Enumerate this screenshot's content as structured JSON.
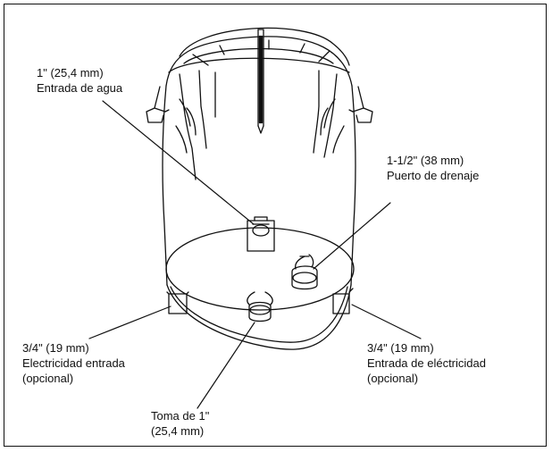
{
  "labels": {
    "water_inlet": {
      "line1": "1\" (25,4 mm)",
      "line2": "Entrada de agua"
    },
    "drain_port": {
      "line1": "1-1/2\" (38 mm)",
      "line2": "Puerto de drenaje"
    },
    "electric_left": {
      "line1": "3/4\" (19 mm)",
      "line2": "Electricidad entrada",
      "line3": "(opcional)"
    },
    "electric_right": {
      "line1": "3/4\" (19 mm)",
      "line2": "Entrada de eléctricidad",
      "line3": "(opcional)"
    },
    "intake": {
      "line1": "Toma de 1\"",
      "line2": "(25,4 mm)"
    }
  },
  "colors": {
    "line": "#111111",
    "background": "#ffffff"
  }
}
